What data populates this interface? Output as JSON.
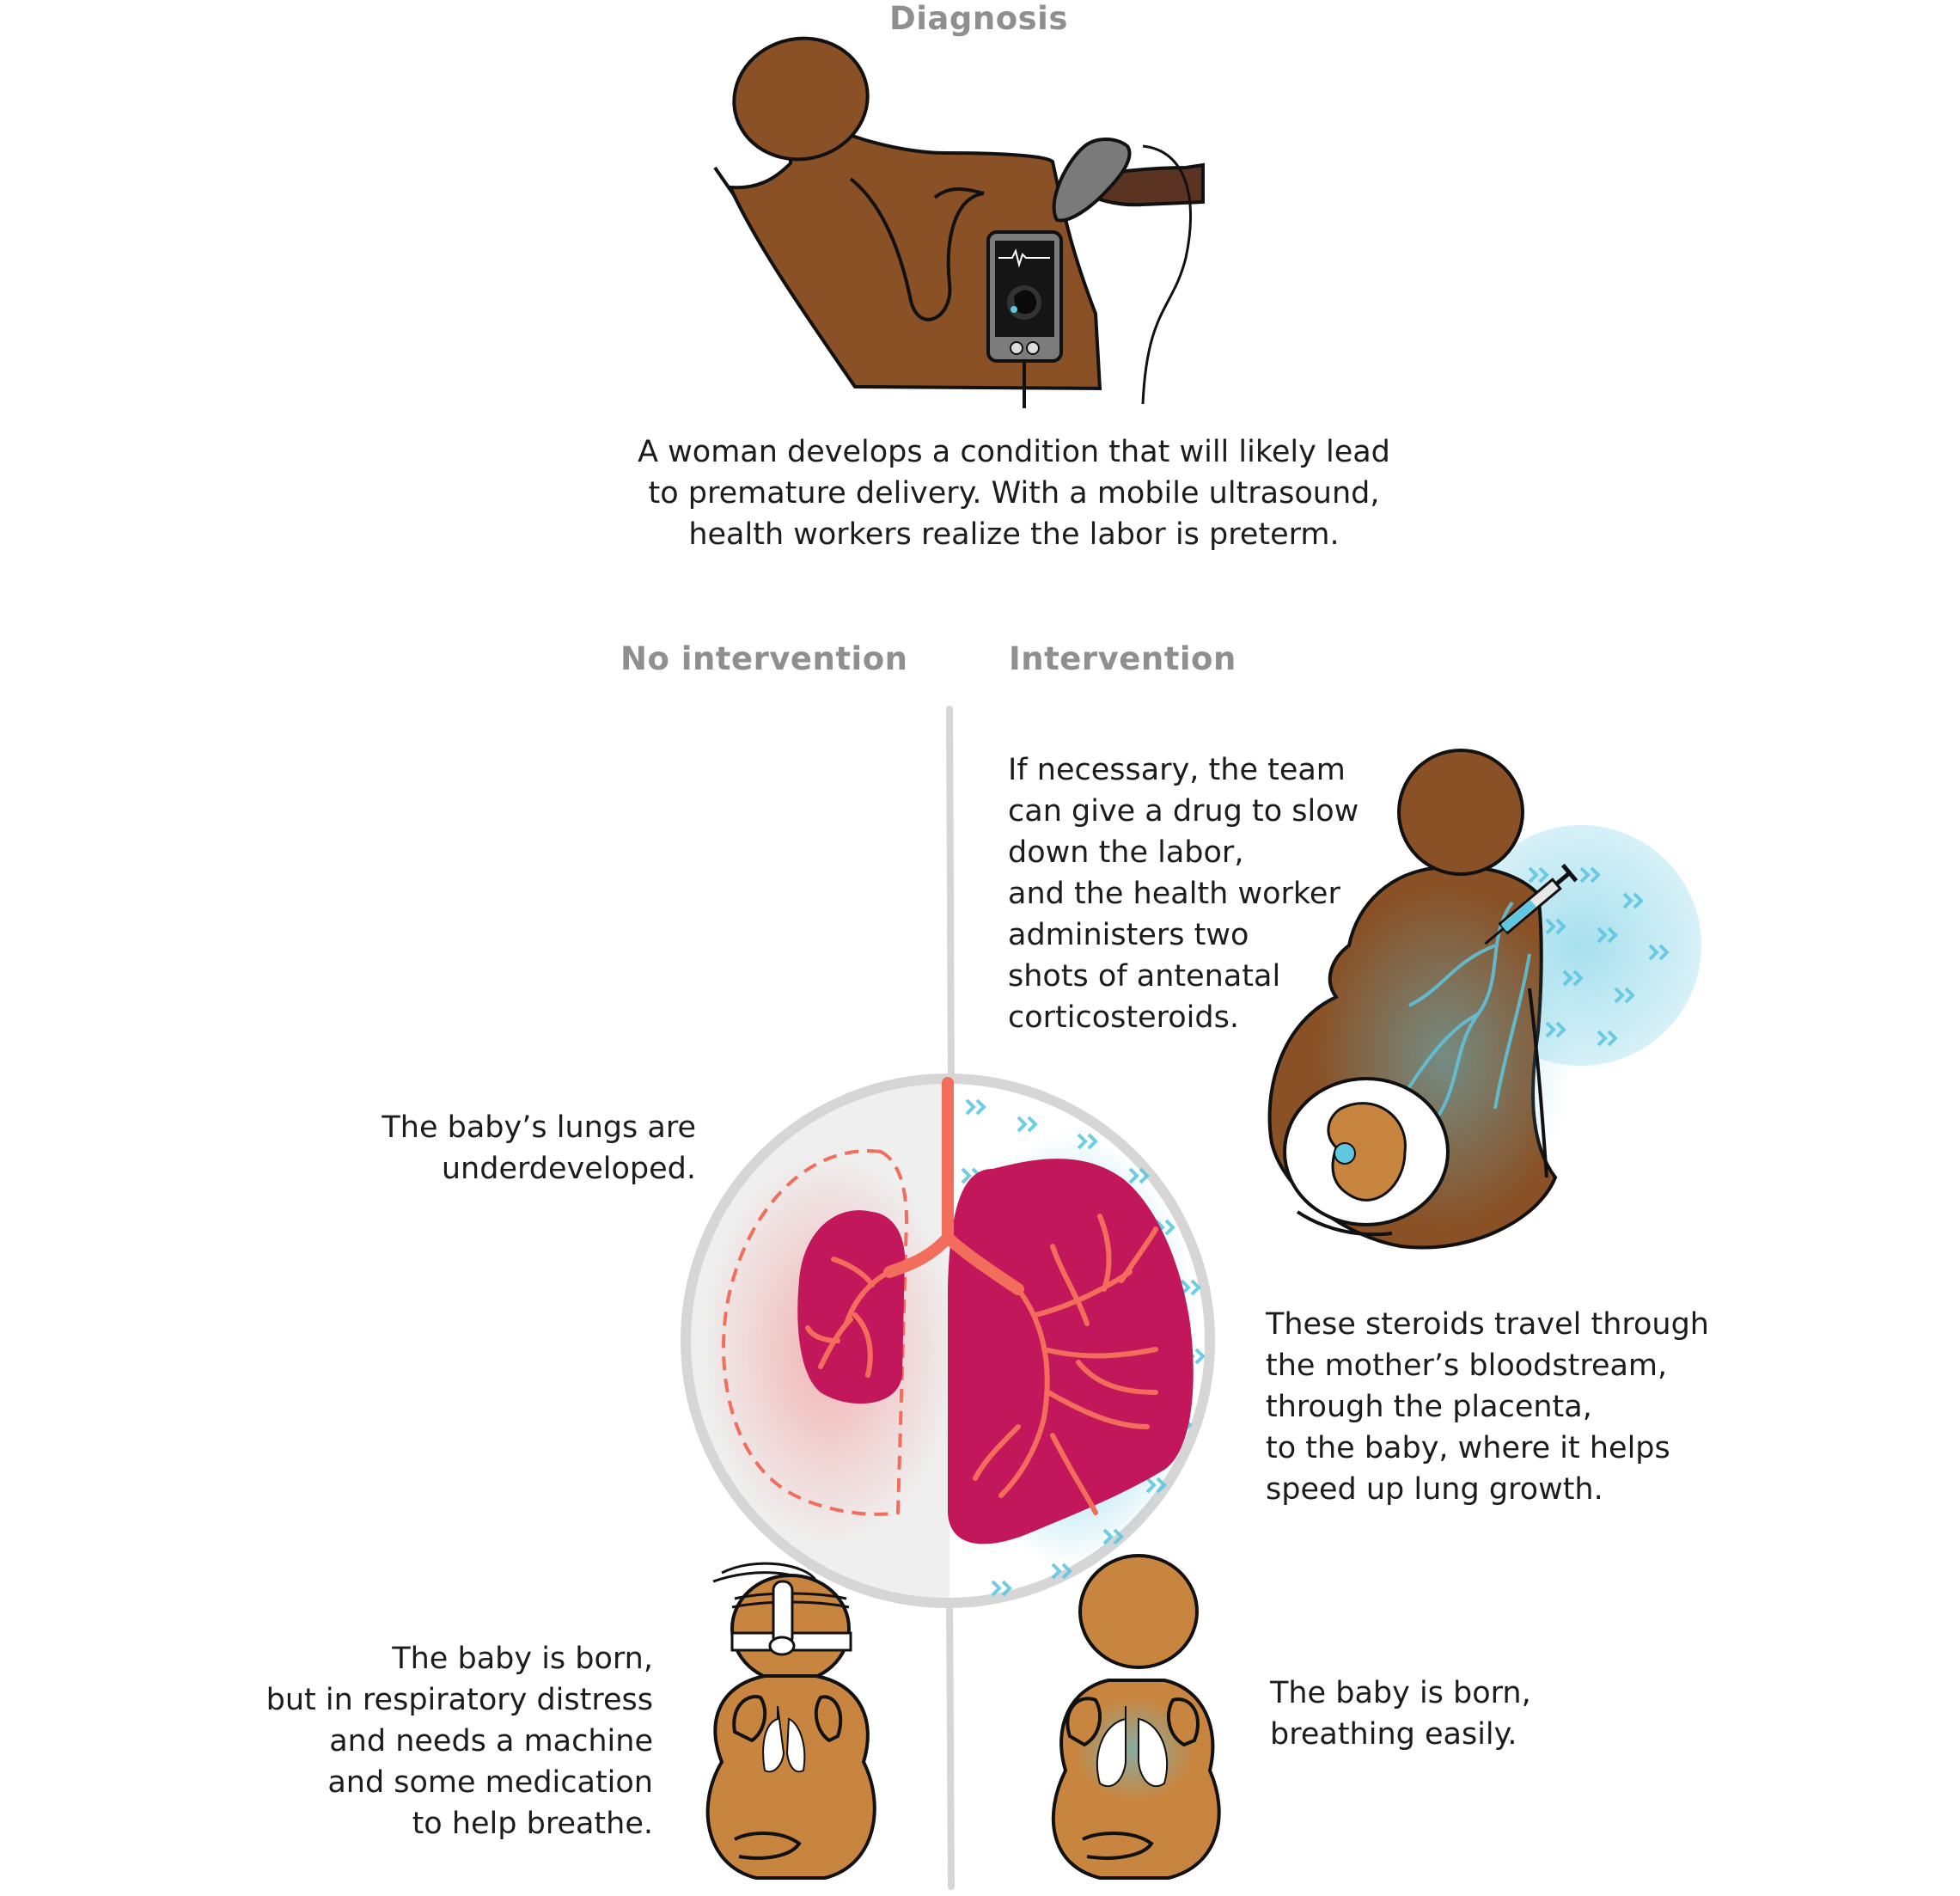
{
  "headings": {
    "diagnosis": "Diagnosis",
    "no_intervention": "No intervention",
    "intervention": "Intervention"
  },
  "captions": {
    "diagnosis": [
      "A woman develops a condition that will likely lead",
      "to premature delivery. With a mobile ultrasound,",
      "health workers realize the labor is preterm."
    ],
    "intervention_drug": [
      "If necessary, the team",
      "can give a drug to slow",
      "down the labor,",
      "and the health worker",
      "administers two",
      "shots of antenatal",
      "corticosteroids."
    ],
    "lungs_underdeveloped": [
      "The baby’s lungs are",
      "underdeveloped."
    ],
    "steroids_travel": [
      "These steroids travel through",
      "the mother’s bloodstream,",
      "through the placenta,",
      "to the baby, where it helps",
      "speed up lung growth."
    ],
    "baby_distress": [
      "The baby is born,",
      "but in respiratory distress",
      "and needs a machine",
      "and some medication",
      "to help breathe."
    ],
    "baby_easy": [
      "The baby is born,",
      "breathing easily."
    ]
  },
  "colors": {
    "skin_mother": "#8a5126",
    "skin_baby": "#c8853f",
    "lung": "#c2185b",
    "airway": "#f26d5b",
    "steroid_blue": "#5fc7e0",
    "circle_gray": "#d6d6d6",
    "heading_gray": "#8f8f8f"
  },
  "icons": {
    "phone": "ultrasound-phone-icon",
    "probe": "ultrasound-probe-icon",
    "syringe": "syringe-icon"
  }
}
